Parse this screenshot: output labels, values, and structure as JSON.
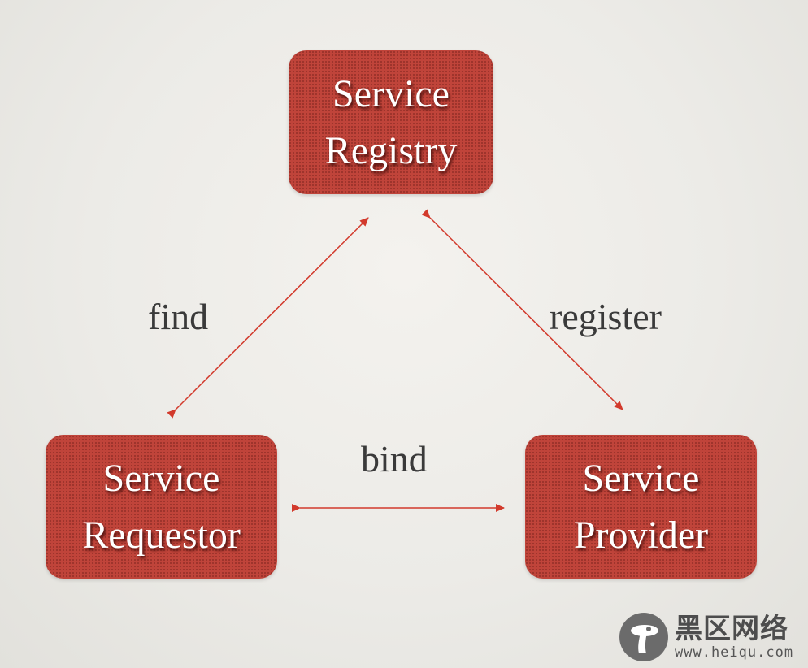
{
  "diagram": {
    "nodes": [
      {
        "id": "registry",
        "lines": [
          "Service",
          "Registry"
        ]
      },
      {
        "id": "requestor",
        "lines": [
          "Service",
          "Requestor"
        ]
      },
      {
        "id": "provider",
        "lines": [
          "Service",
          "Provider"
        ]
      }
    ],
    "edges": [
      {
        "from": "requestor",
        "to": "registry",
        "label": "find",
        "arrows": "both"
      },
      {
        "from": "provider",
        "to": "registry",
        "label": "register",
        "arrows": "both"
      },
      {
        "from": "requestor",
        "to": "provider",
        "label": "bind",
        "arrows": "both"
      }
    ],
    "colors": {
      "node_fill": "#c0443a",
      "edge": "#d23a2c",
      "label_text": "#3a3a3a"
    }
  },
  "watermark": {
    "name": "黑区网络",
    "url": "www.heiqu.com"
  }
}
